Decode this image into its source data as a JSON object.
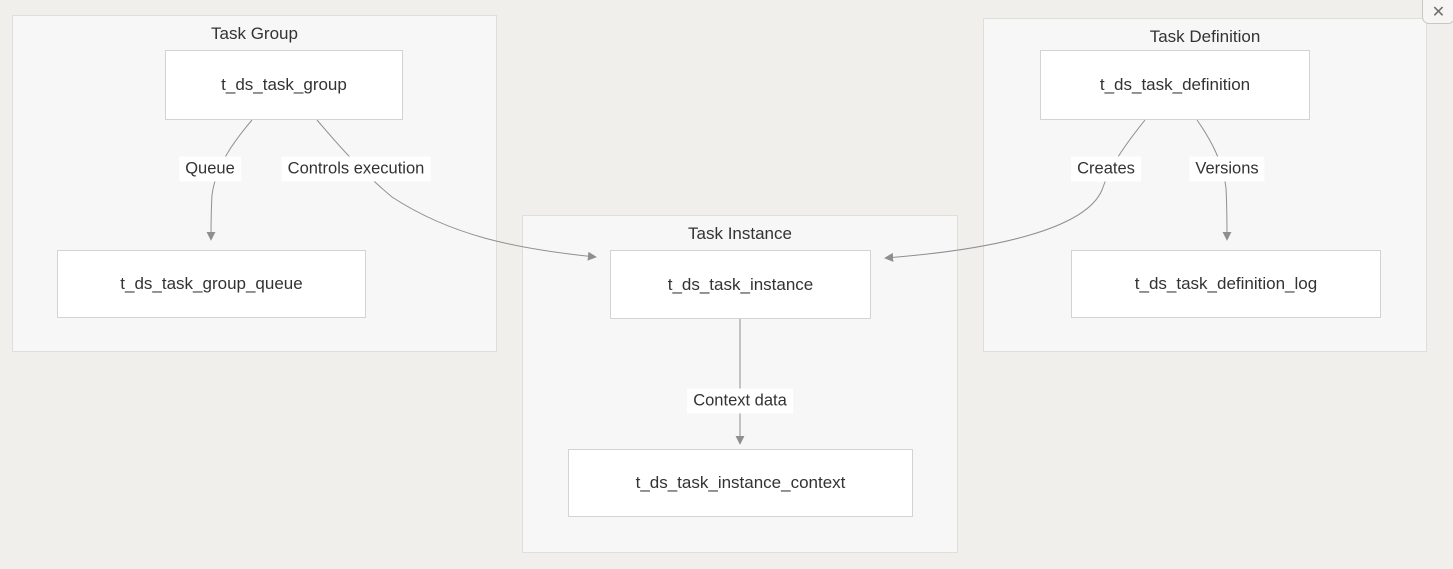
{
  "diagram": {
    "close_button_glyph": "✕",
    "clusters": [
      {
        "title": "Task Group"
      },
      {
        "title": "Task Instance"
      },
      {
        "title": "Task Definition"
      }
    ],
    "nodes": [
      {
        "label": "t_ds_task_group"
      },
      {
        "label": "t_ds_task_group_queue"
      },
      {
        "label": "t_ds_task_instance"
      },
      {
        "label": "t_ds_task_instance_context"
      },
      {
        "label": "t_ds_task_definition"
      },
      {
        "label": "t_ds_task_definition_log"
      }
    ],
    "edges": [
      {
        "label": "Queue",
        "from": "t_ds_task_group",
        "to": "t_ds_task_group_queue"
      },
      {
        "label": "Controls execution",
        "from": "t_ds_task_group",
        "to": "t_ds_task_instance"
      },
      {
        "label": "Creates",
        "from": "t_ds_task_definition",
        "to": "t_ds_task_instance"
      },
      {
        "label": "Versions",
        "from": "t_ds_task_definition",
        "to": "t_ds_task_definition_log"
      },
      {
        "label": "Context data",
        "from": "t_ds_task_instance",
        "to": "t_ds_task_instance_context"
      }
    ],
    "colors": {
      "page_bg": "#f0efec",
      "cluster_bg": "#f7f7f7",
      "cluster_border": "#e0ddda",
      "node_bg": "#ffffff",
      "node_border": "#d5d3d1",
      "edge": "#8f8f8f",
      "text": "#333333"
    }
  }
}
